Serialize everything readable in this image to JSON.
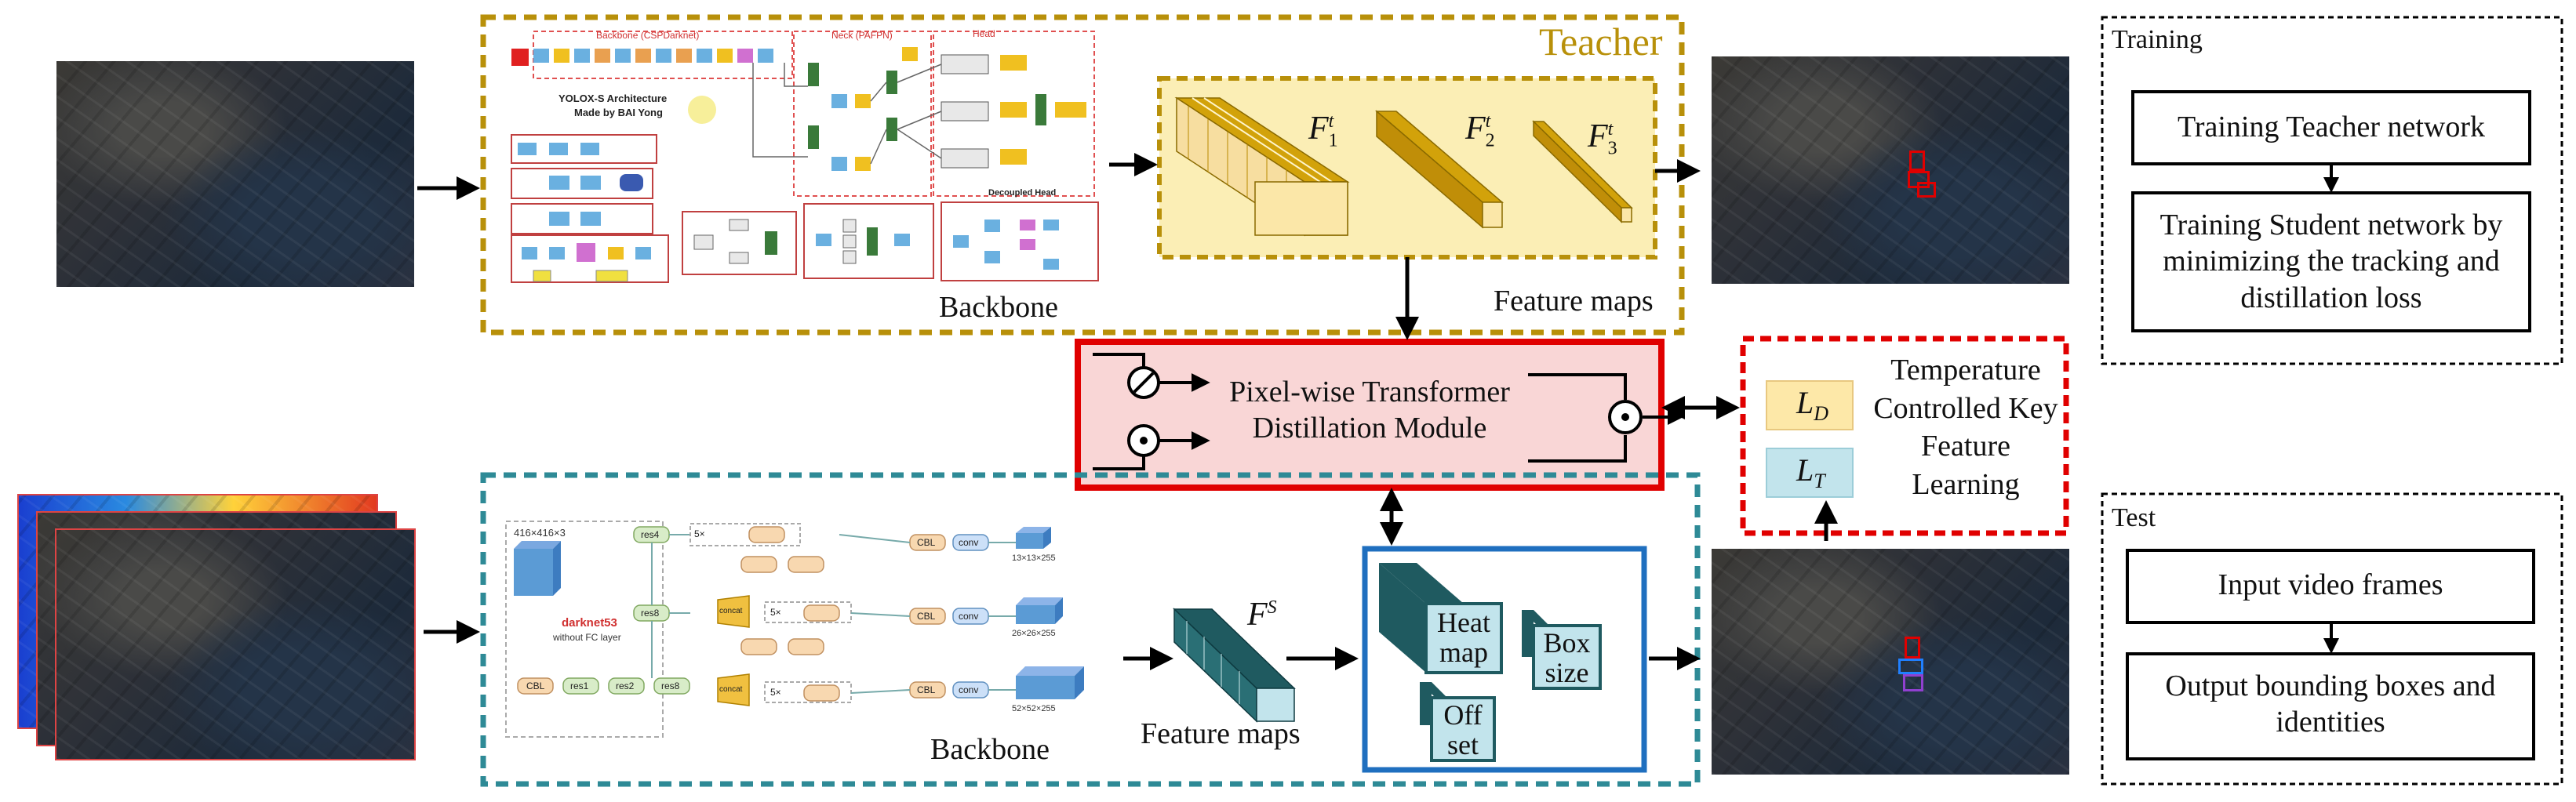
{
  "teacher": {
    "title": "Teacher",
    "backbone_label": "Backbone",
    "feature_maps_label": "Feature maps",
    "features": [
      {
        "symbol": "F",
        "sub": "1",
        "sup": "t"
      },
      {
        "symbol": "F",
        "sub": "2",
        "sup": "t"
      },
      {
        "symbol": "F",
        "sub": "3",
        "sup": "t"
      }
    ],
    "yolox": {
      "backbone_title": "Backbone (CSPDarknet)",
      "neck_title": "Neck (PAFPN)",
      "head_title": "Head",
      "arch_line1": "YOLOX-S Architecture",
      "arch_line2": "Made by BAI Yong",
      "decoupled_head": "Decoupled Head"
    }
  },
  "student": {
    "backbone_label": "Backbone",
    "feature_maps_label": "Feature maps",
    "feature": {
      "symbol": "F",
      "sup": "S"
    },
    "darknet": {
      "input_size": "416×416×3",
      "name": "darknet53",
      "subtitle": "without FC layer",
      "blocks": [
        "CBL",
        "res1",
        "res2",
        "res8",
        "res8",
        "res4",
        "concat",
        "concat",
        "CBL",
        "CBL",
        "conv"
      ],
      "outputs": [
        "13×13×255",
        "26×26×255",
        "52×52×255"
      ],
      "repeat": "5×"
    },
    "heads": [
      "Heat map",
      "Box size",
      "Off set"
    ]
  },
  "distillation": {
    "module_text": "Pixel-wise Transformer Distillation Module",
    "loss_d": {
      "symbol": "L",
      "sub": "D"
    },
    "loss_t": {
      "symbol": "L",
      "sub": "T"
    },
    "temperature_text": "Temperature Controlled Key Feature Learning"
  },
  "training": {
    "title": "Training",
    "step1": "Training Teacher network",
    "step2": "Training Student network by minimizing the tracking and distillation loss"
  },
  "test": {
    "title": "Test",
    "step1": "Input video frames",
    "step2": "Output bounding boxes and identities"
  },
  "colors": {
    "teacher_border": "#b8900a",
    "teacher_title": "#b8900a",
    "feature_fill": "#fbeeb5",
    "feature_cube": "#d2a20a",
    "module_fill": "#f9d6d6",
    "module_border": "#e00000",
    "loss_d_fill": "#fde8a8",
    "loss_t_fill": "#c2e4ec",
    "student_border": "#2e8a96",
    "head_border": "#1f6fbf",
    "student_cube": "#1f5a60"
  }
}
